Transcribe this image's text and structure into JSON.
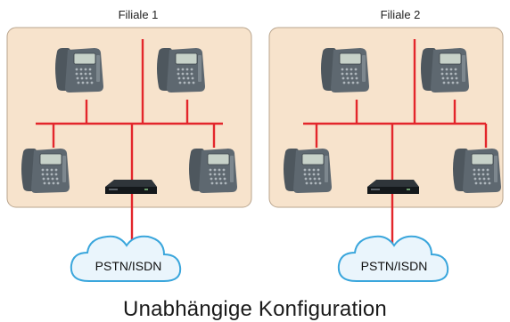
{
  "branches": [
    {
      "label": "Filiale 1",
      "cloud_label": "PSTN/ISDN"
    },
    {
      "label": "Filiale 2",
      "cloud_label": "PSTN/ISDN"
    }
  ],
  "caption": "Unabhängige Konfiguration",
  "colors": {
    "branch_box_fill": "#f7e3cc",
    "branch_box_stroke": "#b9a58e",
    "network_line": "#e3262b",
    "cloud_fill": "#eaf5fc",
    "cloud_stroke": "#3aa6dc",
    "phone_body": "#5e6870",
    "phone_screen": "#c7d2c9"
  },
  "icons": [
    "ip-phone-icon",
    "gateway-icon",
    "cloud-icon"
  ]
}
